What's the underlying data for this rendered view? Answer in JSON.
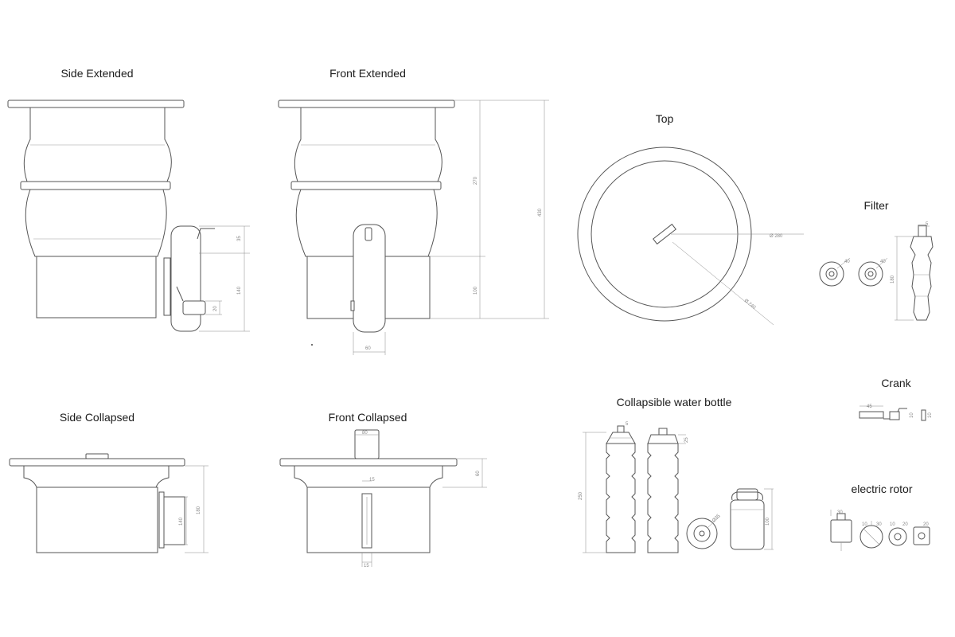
{
  "views": {
    "side_extended": "Side Extended",
    "front_extended": "Front Extended",
    "top": "Top",
    "filter": "Filter",
    "crank": "Crank",
    "side_collapsed": "Side Collapsed",
    "front_collapsed": "Front Collapsed",
    "collapsible_bottle": "Collapsible water bottle",
    "electric_rotor": "electric rotor"
  }
}
